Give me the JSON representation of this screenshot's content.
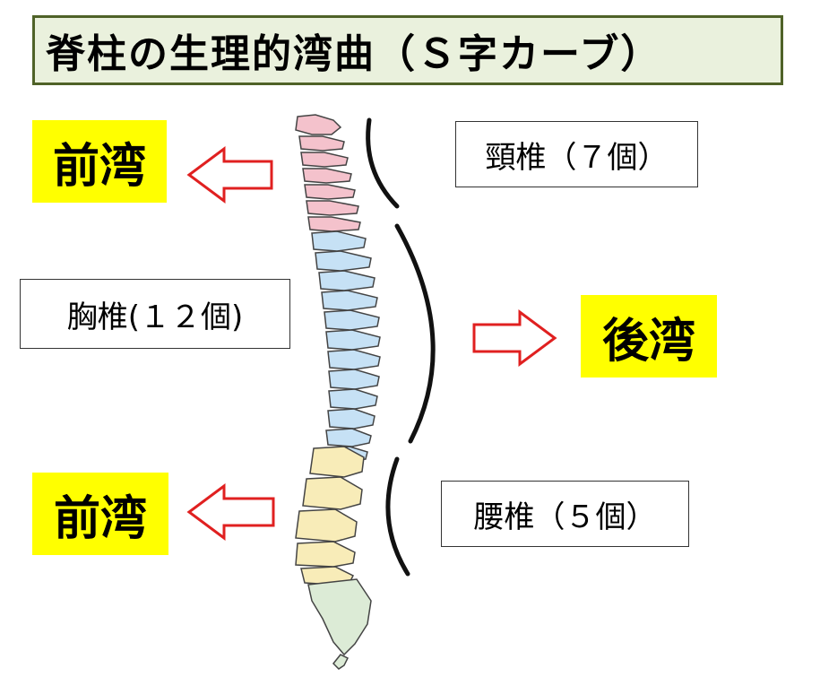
{
  "title": "脊柱の生理的湾曲（Ｓ字カーブ）",
  "curves": {
    "cervical": "前湾",
    "thoracic": "後湾",
    "lumbar": "前湾"
  },
  "regions": {
    "cervical": "頸椎（７個）",
    "thoracic": "胸椎(１２個)",
    "lumbar": "腰椎（５個）"
  },
  "colors": {
    "cervical": "#f4c2cc",
    "thoracic": "#c6e1f5",
    "lumbar": "#f8ecb8",
    "sacrum": "#dcebd6",
    "arrow": "#e02020",
    "highlight": "#ffff00",
    "title_bg": "#eaf1dd",
    "title_border": "#4f6228"
  }
}
